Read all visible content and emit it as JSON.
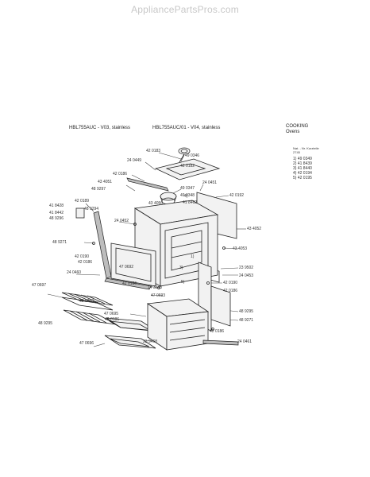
{
  "watermark": "AppliancePartsPros.com",
  "header": {
    "model_left": "HBL755AUC - V03, stainless",
    "model_right": "HBL755AUC/01 - V04, stainless",
    "category": "COOKING",
    "subcategory": "Ovens"
  },
  "legend": {
    "col_head": "Nat. - Nr.   Kurzteile",
    "col_sub": "2745",
    "items": [
      "1) 49 0349",
      "2) 41 8439",
      "3) 41 8440",
      "4) 42 0194",
      "5) 42 0195"
    ]
  },
  "labels": {
    "l01": "42 0183",
    "l02": "49 0346",
    "l03": "24 0449",
    "l04": "42 0182",
    "l05": "42 0186",
    "l06": "43 4051",
    "l07": "48 9297",
    "l08": "24 0451",
    "l09": "49 0347",
    "l10": "42 0192",
    "l11": "49 0348",
    "l12": "43 4056",
    "l13": "41 8462",
    "l14": "42 0189",
    "l15": "41 8428",
    "l16": "24 0452",
    "l17": "41 8442",
    "l18": "48 9294",
    "l19": "48 9296",
    "l20": "43 4052",
    "l21": "48 9271",
    "l22": "43 4053",
    "l23": "42 0190",
    "l24": "42 0186",
    "l25": "23 9502",
    "l26": "24 0460",
    "l27": "47 0692",
    "l28": "24 0453",
    "l29": "42 0190",
    "l30": "47 0697",
    "l31": "42 0186",
    "l32": "14 3343",
    "l33": "47 0693",
    "l34": "42 0186",
    "l35": "48 9298",
    "l36": "48 9295",
    "l37": "48 9295",
    "l38": "47 0695",
    "l39": "48 9271",
    "l40": "42 0186",
    "l41": "47 0696",
    "l42": "23 9468",
    "l43": "42 0186",
    "l44": "24 0461",
    "l45": "4)",
    "l46": "1)",
    "l47": "5)",
    "l48": "3)"
  }
}
